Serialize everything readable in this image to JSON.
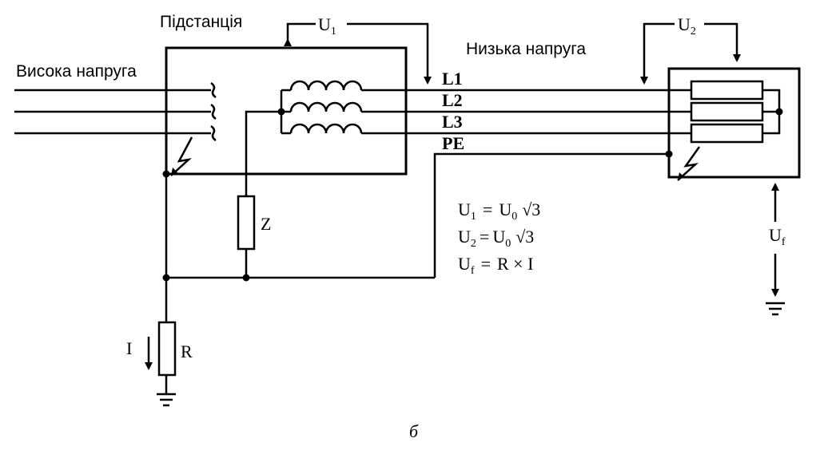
{
  "labels": {
    "substation": "Підстанція",
    "high_voltage": "Висока напруга",
    "low_voltage": "Низька напруга",
    "u1_main": "U",
    "u1_sub": "1",
    "u2_main": "U",
    "u2_sub": "2",
    "l1": "L1",
    "l2": "L2",
    "l3": "L3",
    "pe": "PE",
    "z": "Z",
    "r": "R",
    "i": "I",
    "uf_main": "U",
    "uf_sub": "f",
    "caption": "б"
  },
  "formulas": {
    "f1": {
      "lhs_main": "U",
      "lhs_sub": "1",
      "eq": "=",
      "rhs_main": "U",
      "rhs_sub": "0",
      "root": "√3"
    },
    "f2": {
      "lhs_main": "U",
      "lhs_sub": "2",
      "eq": "=",
      "rhs_main": "U",
      "rhs_sub": "0",
      "root": "√3"
    },
    "f3": {
      "lhs_main": "U",
      "lhs_sub": "f",
      "eq": "=",
      "rhs": "R × I"
    }
  }
}
